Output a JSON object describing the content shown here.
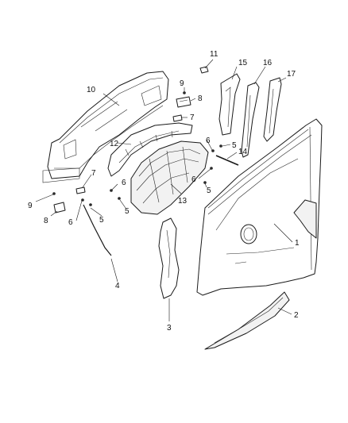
{
  "callouts": {
    "c1": "1",
    "c2": "2",
    "c3": "3",
    "c4": "4",
    "c5a": "5",
    "c5b": "5",
    "c5c": "5",
    "c5d": "5",
    "c6a": "6",
    "c6b": "6",
    "c6c": "6",
    "c6d": "6",
    "c7a": "7",
    "c7b": "7",
    "c8a": "8",
    "c8b": "8",
    "c9a": "9",
    "c9b": "9",
    "c10": "10",
    "c11": "11",
    "c12": "12",
    "c13": "13",
    "c14": "14",
    "c15": "15",
    "c16": "16",
    "c17": "17"
  }
}
